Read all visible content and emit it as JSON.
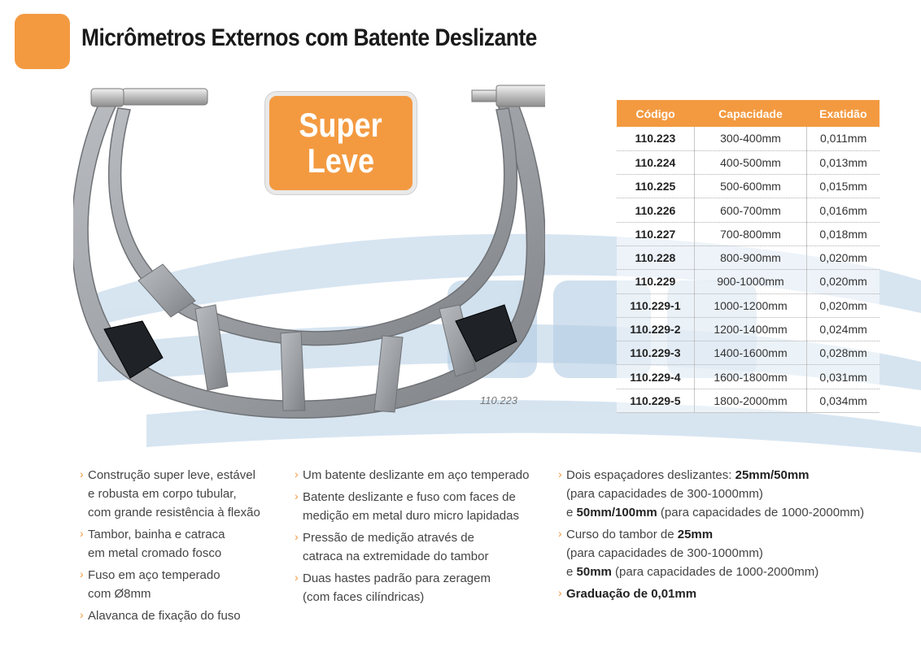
{
  "header": {
    "title_regular": "Micrômetros Externos",
    "title_bold": "com Batente Deslizante"
  },
  "badge": {
    "line1": "Super",
    "line2": "Leve"
  },
  "product": {
    "model_label": "110.223"
  },
  "table": {
    "headers": [
      "Código",
      "Capacidade",
      "Exatidão"
    ],
    "rows": [
      [
        "110.223",
        "300-400mm",
        "0,011mm"
      ],
      [
        "110.224",
        "400-500mm",
        "0,013mm"
      ],
      [
        "110.225",
        "500-600mm",
        "0,015mm"
      ],
      [
        "110.226",
        "600-700mm",
        "0,016mm"
      ],
      [
        "110.227",
        "700-800mm",
        "0,018mm"
      ],
      [
        "110.228",
        "800-900mm",
        "0,020mm"
      ],
      [
        "110.229",
        "900-1000mm",
        "0,020mm"
      ],
      [
        "110.229-1",
        "1000-1200mm",
        "0,020mm"
      ],
      [
        "110.229-2",
        "1200-1400mm",
        "0,024mm"
      ],
      [
        "110.229-3",
        "1400-1600mm",
        "0,028mm"
      ],
      [
        "110.229-4",
        "1600-1800mm",
        "0,031mm"
      ],
      [
        "110.229-5",
        "1800-2000mm",
        "0,034mm"
      ]
    ]
  },
  "features": {
    "col1": [
      [
        "Construção super leve, estável",
        "e robusta em corpo tubular,",
        "com grande resistência à flexão"
      ],
      [
        "Tambor, bainha e catraca",
        "em metal cromado fosco"
      ],
      [
        "Fuso em aço temperado",
        "com Ø8mm"
      ],
      [
        "Alavanca de fixação do fuso"
      ]
    ],
    "col2": [
      [
        "Um batente deslizante em aço temperado"
      ],
      [
        "Batente deslizante e fuso com faces de",
        "medição em metal duro micro lapidadas"
      ],
      [
        "Pressão de medição através de",
        "catraca na extremidade do tambor"
      ],
      [
        "Duas hastes padrão para zeragem",
        "(com faces cilíndricas)"
      ]
    ],
    "col3": {
      "spacers": {
        "prefix": "Dois espaçadores deslizantes: ",
        "bold1": "25mm/50mm",
        "line2": "(para capacidades de 300-1000mm)",
        "line3_prefix": "e ",
        "bold2": "50mm/100mm",
        "line3_suffix": " (para capacidades de 1000-2000mm)"
      },
      "stroke": {
        "prefix": "Curso do tambor de ",
        "bold1": "25mm",
        "line2": "(para capacidades de 300-1000mm)",
        "line3_prefix": "e ",
        "bold2": "50mm",
        "line3_suffix": " (para capacidades de 1000-2000mm)"
      },
      "graduation": "Graduação de 0,01mm"
    }
  },
  "colors": {
    "accent": "#f39a41",
    "frame": "#9a9da1",
    "watermark": "#bcd3e6"
  },
  "icons": [
    "feature-bullet-icon"
  ]
}
